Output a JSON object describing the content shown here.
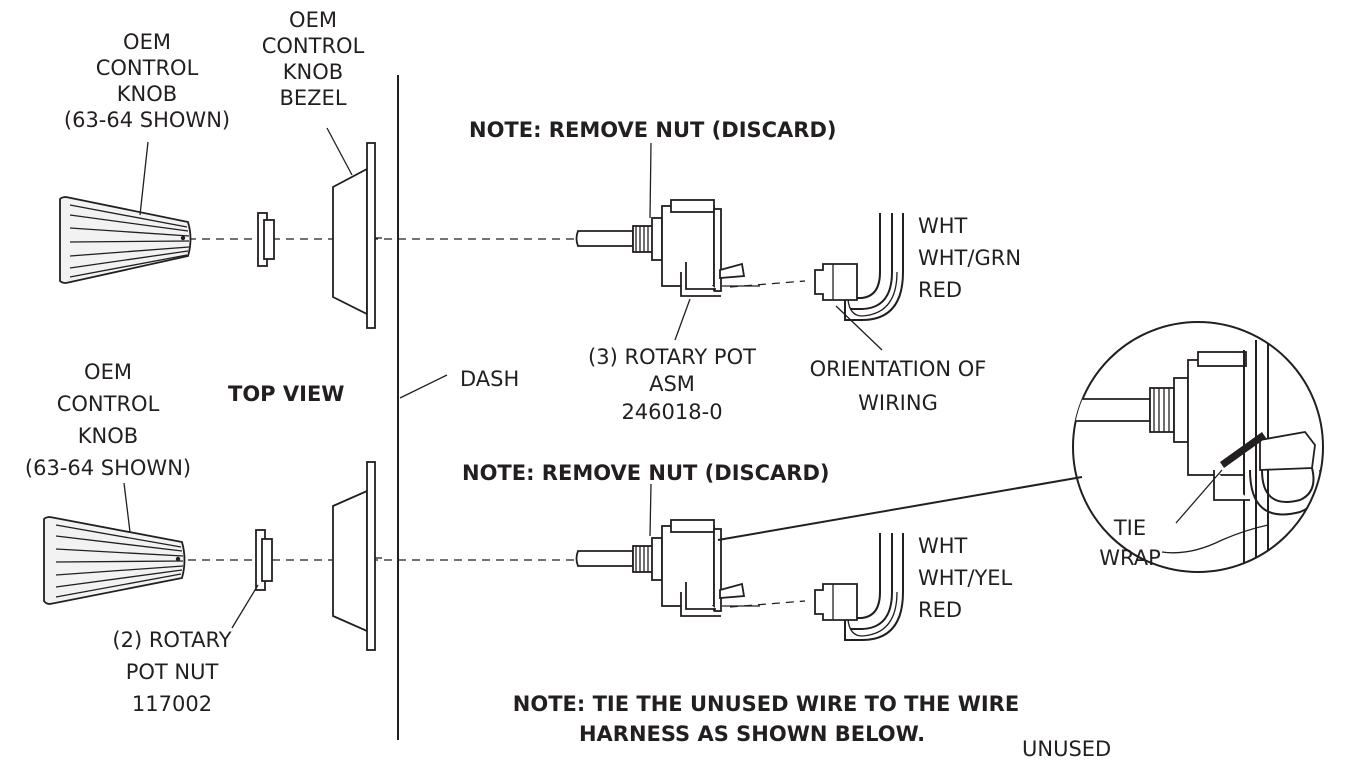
{
  "top": {
    "knob_label": [
      "OEM",
      "CONTROL",
      "KNOB",
      "(63-64 SHOWN)"
    ],
    "bezel_label": [
      "OEM",
      "CONTROL",
      "KNOB",
      "BEZEL"
    ],
    "note": "NOTE: REMOVE NUT (DISCARD)",
    "wires": [
      "WHT",
      "WHT/GRN",
      "RED"
    ],
    "pot_label": [
      "(3) ROTARY POT",
      "ASM",
      "246018-0"
    ],
    "orientation_label": [
      "ORIENTATION OF",
      "WIRING"
    ]
  },
  "middle": {
    "view_title": "TOP VIEW",
    "dash_label": "DASH"
  },
  "bottom": {
    "knob_label": [
      "OEM",
      "CONTROL",
      "KNOB",
      "(63-64 SHOWN)"
    ],
    "note": "NOTE: REMOVE NUT (DISCARD)",
    "wires": [
      "WHT",
      "WHT/YEL",
      "RED"
    ],
    "nut_label": [
      "(2) ROTARY",
      "POT NUT",
      "117002"
    ],
    "tie_wrap_label": [
      "TIE",
      "WRAP"
    ],
    "bottom_note": [
      "NOTE: TIE THE UNUSED WIRE TO THE WIRE",
      "HARNESS AS SHOWN BELOW."
    ],
    "unused_label": "UNUSED"
  },
  "colors": {
    "ink": "#231f20",
    "background": "#ffffff"
  }
}
